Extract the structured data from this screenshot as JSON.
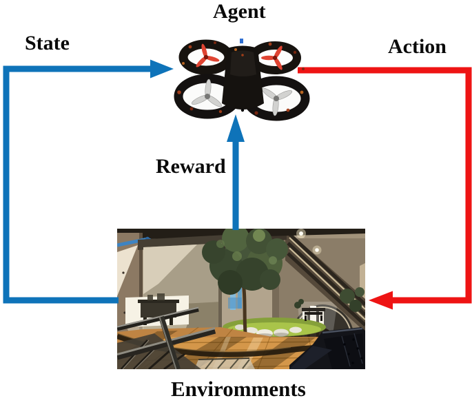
{
  "figure_type": "reinforcement-learning-loop-diagram",
  "labels": {
    "agent": "Agent",
    "state": "State",
    "action": "Action",
    "reward": "Reward",
    "environment": "Enviromments"
  },
  "colors": {
    "arrow_blue": "#0e73b9",
    "arrow_red": "#ee1414",
    "label_text": "#0a0a0a",
    "background": "#ffffff"
  },
  "images": {
    "agent": "quadcopter-drone",
    "environment": "indoor-3d-simulation-scene-with-tree"
  }
}
